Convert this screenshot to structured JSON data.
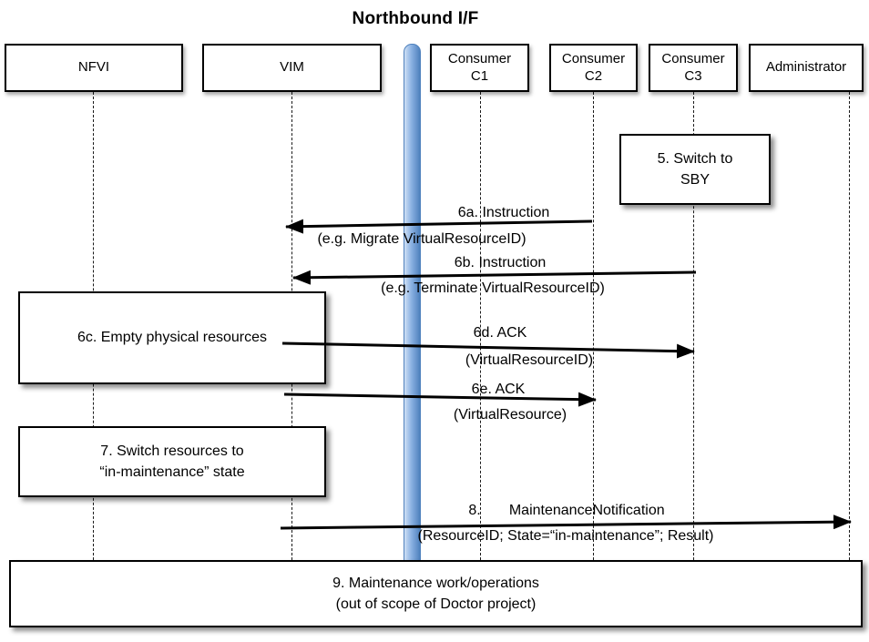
{
  "title": "Northbound I/F",
  "actors": [
    {
      "label": "NFVI"
    },
    {
      "label": "VIM"
    },
    {
      "label": "Consumer\nC1"
    },
    {
      "label": "Consumer\nC2"
    },
    {
      "label": "Consumer\nC3"
    },
    {
      "label": "Administrator"
    }
  ],
  "notes": [
    {
      "label": "5. Switch to\nSBY"
    },
    {
      "label": "6c. Empty physical resources"
    },
    {
      "label": "7. Switch resources to\n“in-maintenance” state"
    },
    {
      "label": "9. Maintenance work/operations\n(out of scope of Doctor project)"
    }
  ],
  "messages": [
    {
      "label": "6a. Instruction",
      "detail": "(e.g. Migrate VirtualResourceID)"
    },
    {
      "label": "6b. Instruction",
      "detail": "(e.g. Terminate VirtualResourceID)"
    },
    {
      "label": "6d. ACK",
      "detail": "(VirtualResourceID)"
    },
    {
      "label": "6e. ACK",
      "detail": "(VirtualResource)"
    },
    {
      "label": "8.       MaintenanceNotification",
      "detail": "(ResourceID; State=“in-maintenance”; Result)"
    }
  ],
  "colors": {
    "bar_light": "#cfe0f5",
    "bar_dark": "#4f81bd",
    "line": "#000000"
  }
}
